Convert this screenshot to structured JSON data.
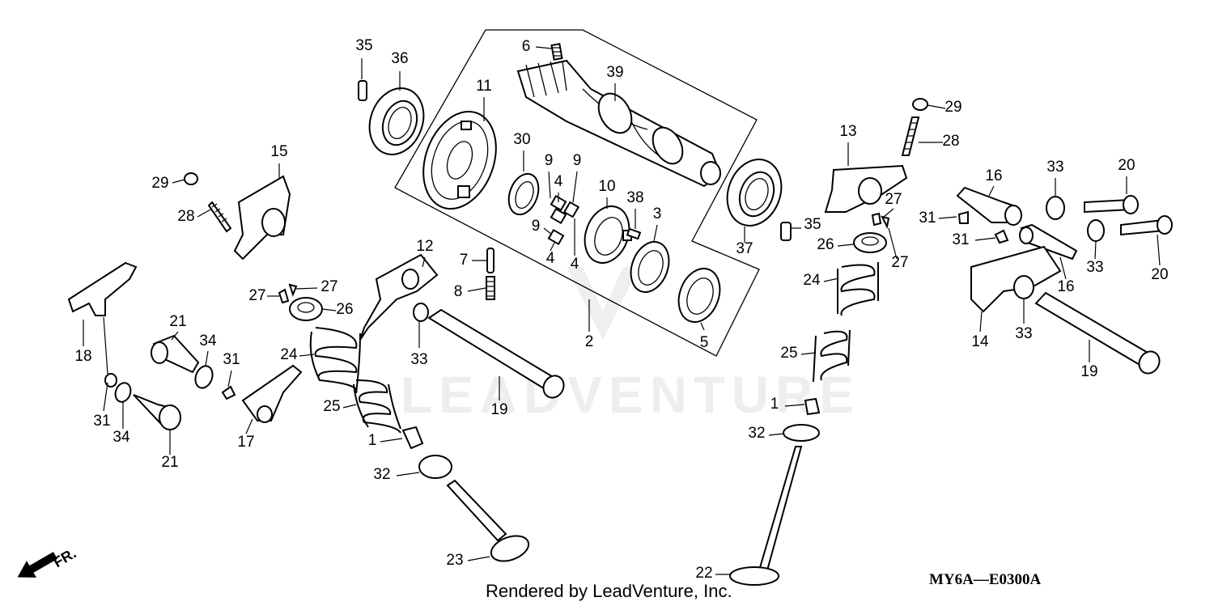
{
  "watermark": "LEADVENTURE",
  "footer": {
    "rendered_by": "Rendered by LeadVenture, Inc.",
    "diagram_code": "MY6A—E0300A"
  },
  "direction_marker": {
    "label": "FR.",
    "icon": "front-arrow-icon"
  },
  "callouts": [
    "35",
    "36",
    "6",
    "39",
    "11",
    "30",
    "9",
    "9",
    "4",
    "10",
    "38",
    "3",
    "9",
    "4",
    "4",
    "5",
    "2",
    "7",
    "8",
    "12",
    "33",
    "19",
    "29",
    "15",
    "28",
    "18",
    "21",
    "34",
    "31",
    "31",
    "34",
    "21",
    "17",
    "27",
    "27",
    "26",
    "24",
    "25",
    "1",
    "32",
    "23",
    "29",
    "28",
    "13",
    "27",
    "35",
    "26",
    "27",
    "24",
    "25",
    "1",
    "32",
    "22",
    "37",
    "16",
    "33",
    "20",
    "31",
    "31",
    "16",
    "33",
    "20",
    "14",
    "33",
    "19"
  ]
}
